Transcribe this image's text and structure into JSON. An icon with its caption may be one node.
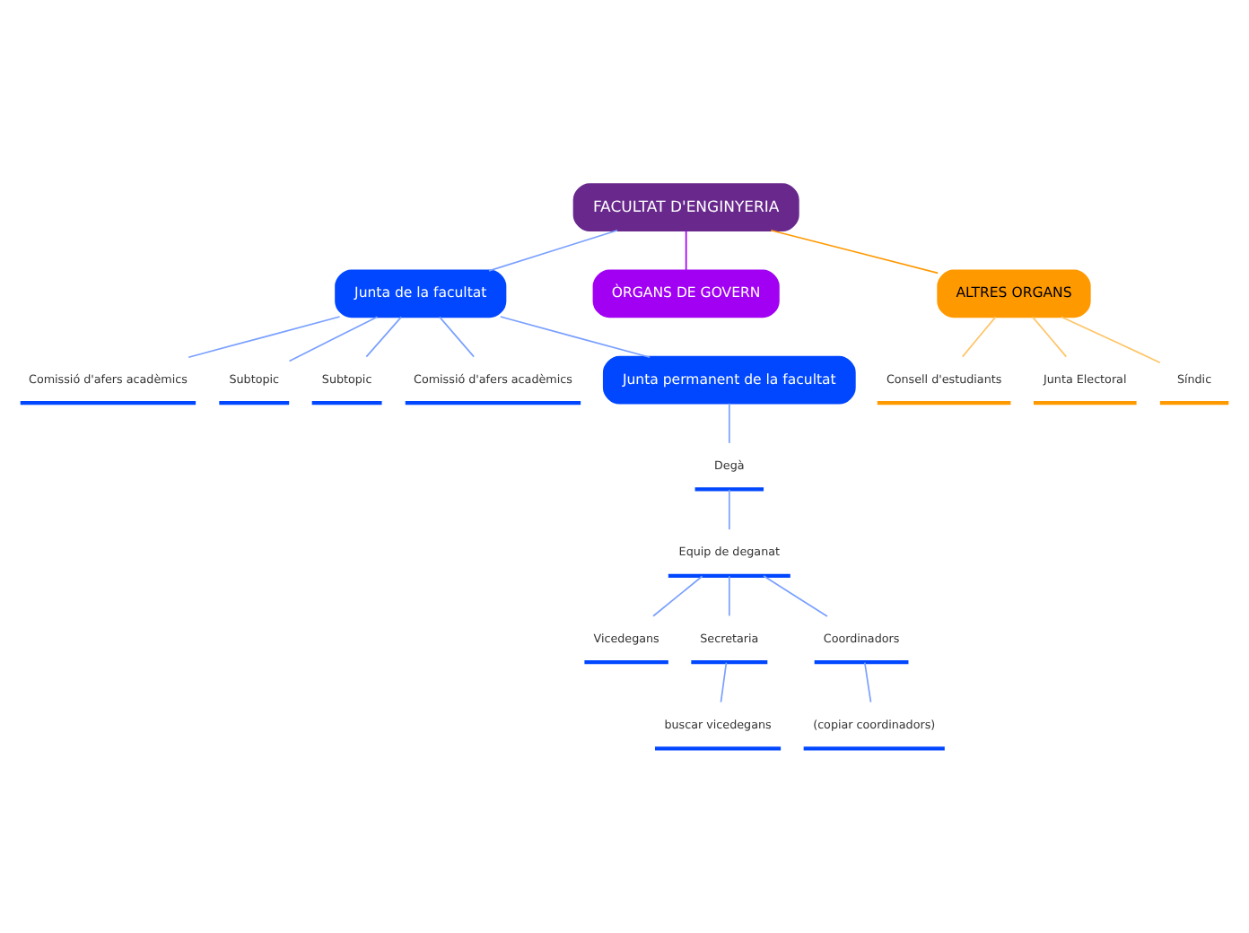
{
  "diagram": {
    "nodes": [
      {
        "text": [
          "FACULTAT D'ENGINYERIA"
        ]
      },
      {
        "text": [
          "Junta de la facultat"
        ]
      },
      {
        "text": [
          "Comissió d'afers acadèmics"
        ]
      },
      {
        "text": [
          "Subtopic"
        ]
      },
      {
        "text": [
          "Subtopic"
        ]
      },
      {
        "text": [
          "Comissió d'afers acadèmics"
        ]
      },
      {
        "text": [
          "Junta permanent de la facultat"
        ]
      },
      {
        "text": [
          "Degà"
        ]
      },
      {
        "text": [
          "Equip de deganat"
        ]
      },
      {
        "text": [
          "Vicedegans"
        ]
      },
      {
        "text": [
          "Secretaria"
        ]
      },
      {
        "text": [
          "buscar vicedegans"
        ]
      },
      {
        "text": [
          "Coordinadors"
        ]
      },
      {
        "text": [
          "(copiar coordinadors)"
        ]
      },
      {
        "text": [
          "ÒRGANS DE GOVERN"
        ]
      },
      {
        "text": [
          "ALTRES ORGANS"
        ]
      },
      {
        "text": [
          "Consell d'estudiants"
        ]
      },
      {
        "text": [
          "Junta Electoral"
        ]
      },
      {
        "text": [
          "Síndic"
        ]
      }
    ],
    "edges": [
      {
        "from": 0,
        "to": 1,
        "arrow": "none"
      },
      {
        "from": 1,
        "to": 2,
        "arrow": "none"
      },
      {
        "from": 1,
        "to": 3,
        "arrow": "none"
      },
      {
        "from": 1,
        "to": 4,
        "arrow": "none"
      },
      {
        "from": 1,
        "to": 5,
        "arrow": "none"
      },
      {
        "from": 1,
        "to": 6,
        "arrow": "none"
      },
      {
        "from": 6,
        "to": 7,
        "arrow": "none"
      },
      {
        "from": 7,
        "to": 8,
        "arrow": "none"
      },
      {
        "from": 8,
        "to": 9,
        "arrow": "none"
      },
      {
        "from": 8,
        "to": 10,
        "arrow": "none"
      },
      {
        "from": 8,
        "to": 12,
        "arrow": "none"
      },
      {
        "from": 10,
        "to": 11,
        "arrow": "none"
      },
      {
        "from": 12,
        "to": 13,
        "arrow": "none"
      },
      {
        "from": 0,
        "to": 14,
        "arrow": "none",
        "color": "#a100f2"
      },
      {
        "from": 0,
        "to": 15,
        "arrow": "none",
        "color": "#ff9900"
      },
      {
        "from": 15,
        "to": 16,
        "arrow": "none",
        "color": "#ffc466"
      },
      {
        "from": 15,
        "to": 17,
        "arrow": "none",
        "color": "#ffc466"
      },
      {
        "from": 15,
        "to": 18,
        "arrow": "none",
        "color": "#ffc466"
      }
    ]
  }
}
